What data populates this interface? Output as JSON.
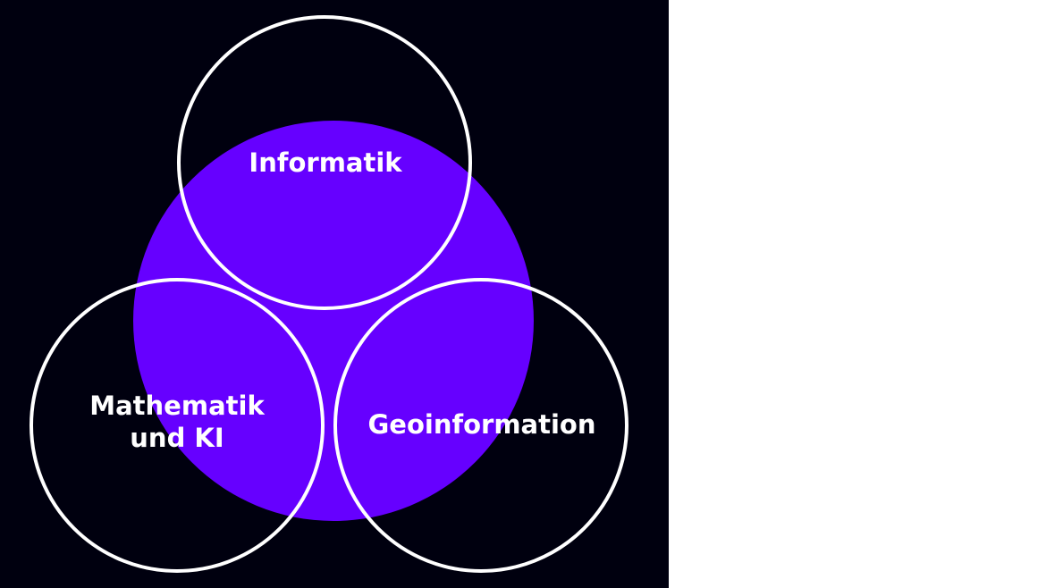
{
  "diagram": {
    "circles": [
      {
        "label": "Informatik"
      },
      {
        "label": "Mathematik\nund KI"
      },
      {
        "label": "Geoinformation"
      }
    ]
  },
  "colors": {
    "background": "#00000f",
    "center_fill": "#6600ff",
    "outline": "#ffffff",
    "text": "#ffffff",
    "page": "#ffffff"
  }
}
